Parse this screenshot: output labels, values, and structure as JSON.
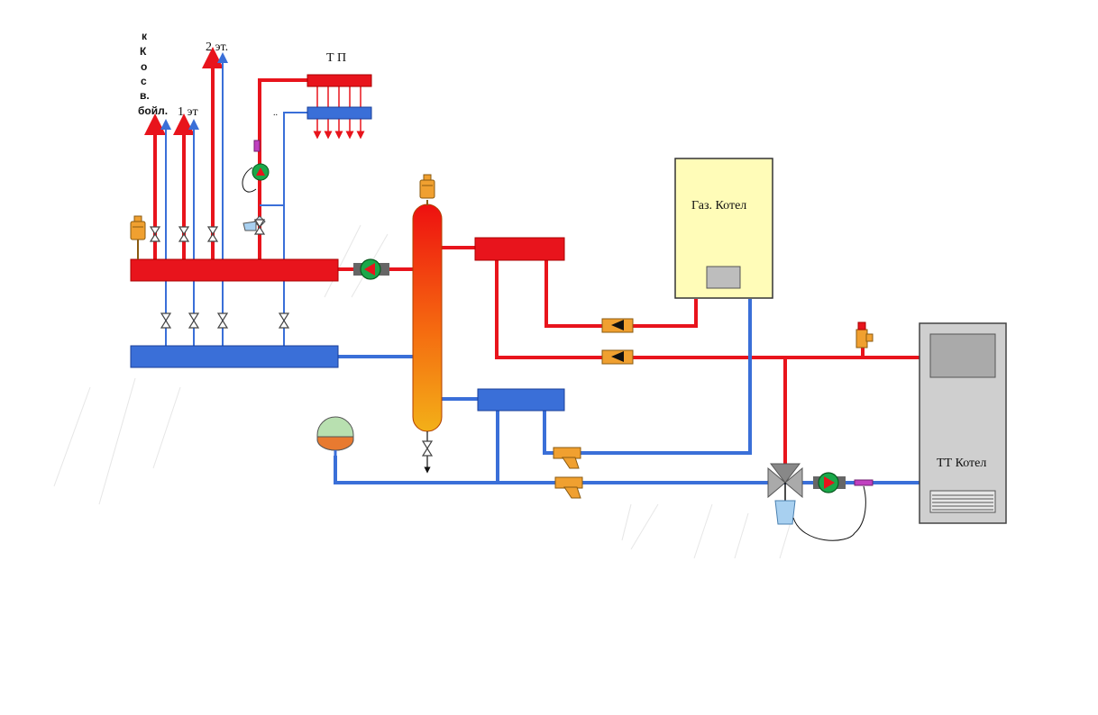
{
  "labels": {
    "kk": [
      "к",
      "К",
      "о",
      "с",
      "в.",
      "бойл."
    ],
    "floor1": "1 эт",
    "floor2": "2 эт.",
    "tp": "Т П",
    "dots": "..",
    "gas_boiler": "Газ. Котел",
    "tt_boiler": "ТТ  Котел"
  },
  "colors": {
    "hot": "#e8141c",
    "cold": "#3a6fd8",
    "pump": "#1aa84a",
    "fitting": "#f0a030",
    "gas_boiler": "#fffcb8",
    "tt_boiler": "#cfcfcf"
  }
}
